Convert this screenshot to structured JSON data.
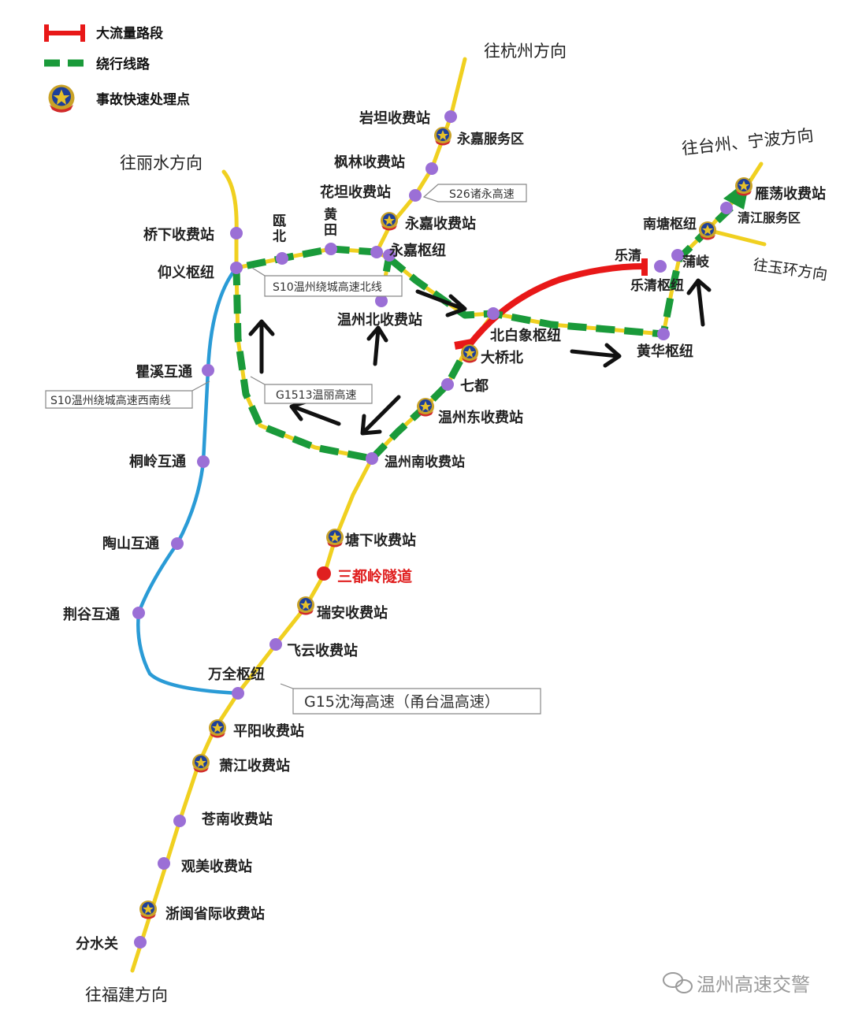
{
  "legend": {
    "heavy_traffic": "大流量路段",
    "detour_route": "绕行线路",
    "accident_point": "事故快速处理点"
  },
  "directions": {
    "hangzhou": "往杭州方向",
    "lishui": "往丽水方向",
    "taizhou_ningbo": "往台州、宁波方向",
    "yuhuan": "往玉环方向",
    "fujian": "往福建方向"
  },
  "road_names": {
    "s26": "S26诸永高速",
    "s10_north": "S10温州绕城高速北线",
    "g1513": "G1513温丽高速",
    "s10_southwest": "S10温州绕城高速西南线",
    "g15": "G15沈海高速（甬台温高速）"
  },
  "stations": {
    "yantan": "岩坦收费站",
    "yongjia_service": "永嘉服务区",
    "fenglin": "枫林收费站",
    "huatan": "花坦收费站",
    "yongjia_toll": "永嘉收费站",
    "yongjia_hub": "永嘉枢纽",
    "qiaoxia": "桥下收费站",
    "oubei": "瓯\n北",
    "huangtian": "黄\n田",
    "yangyi_hub": "仰义枢纽",
    "wenzhou_north": "温州北收费站",
    "beibaixiang_hub": "北白象枢纽",
    "daqiaobei": "大桥北",
    "qidu": "七都",
    "wenzhou_east": "温州东收费站",
    "wenzhou_south": "温州南收费站",
    "qiuxi": "瞿溪互通",
    "tongling": "桐岭互通",
    "taoshan": "陶山互通",
    "jinggu": "荆谷互通",
    "tangxia": "塘下收费站",
    "sandouling": "三都岭隧道",
    "ruian": "瑞安收费站",
    "feiyun": "飞云收费站",
    "wanquan_hub": "万全枢纽",
    "pingyang": "平阳收费站",
    "xiaojiang": "萧江收费站",
    "cangnan": "苍南收费站",
    "guanmei": "观美收费站",
    "zhemin": "浙闽省际收费站",
    "fenshuiguan": "分水关",
    "yandang": "雁荡收费站",
    "qingjiang_service": "清江服务区",
    "nantang_hub": "南塘枢纽",
    "yueqing": "乐清",
    "yueqing_hub": "乐清枢纽",
    "puqi": "蒲岐",
    "huanghua_hub": "黄华枢纽"
  },
  "watermark": "温州高速交警",
  "colors": {
    "highway": "#f0d020",
    "ring_road": "#2a9bd6",
    "heavy_traffic": "#e81818",
    "detour": "#1a9a3a",
    "station_dot": "#9b6fd6",
    "incident_dot": "#e02020"
  },
  "icons": {
    "accident_point_icon": "police-badge-icon",
    "arrow": "black-direction-arrow-icon",
    "watermark_icon": "wechat-icon"
  }
}
